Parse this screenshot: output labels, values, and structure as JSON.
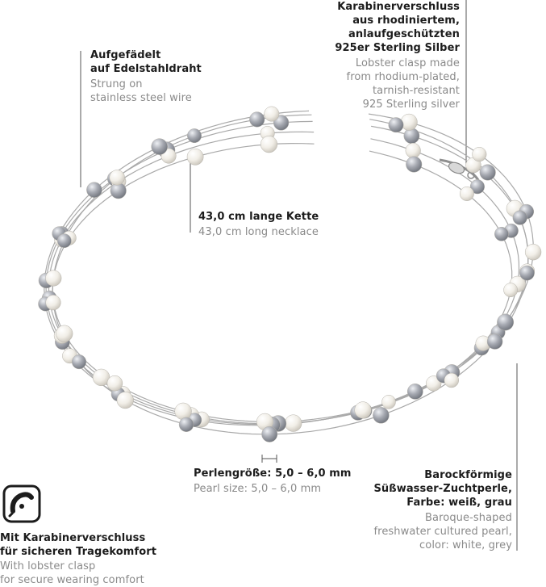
{
  "annotations": {
    "clasp": {
      "de": [
        "Karabinerverschluss",
        "aus rhodiniertem,",
        "anlaufgeschützten",
        "925er Sterling Silber"
      ],
      "en": [
        "Lobster clasp made",
        "from rhodium-plated,",
        "tarnish-resistant",
        "925 Sterling silver"
      ]
    },
    "wire": {
      "de": [
        "Aufgefädelt",
        "auf Edelstahldraht"
      ],
      "en": [
        "Strung on",
        "stainless steel wire"
      ]
    },
    "length": {
      "de": [
        "43,0 cm lange Kette"
      ],
      "en": [
        "43,0 cm long necklace"
      ]
    },
    "size": {
      "de": [
        "Perlengröße: 5,0 – 6,0 mm"
      ],
      "en": [
        "Pearl size: 5,0 – 6,0 mm"
      ]
    },
    "pearl": {
      "de": [
        "Barockförmige",
        "Süßwasser-Zuchtperle,",
        "Farbe: weiß, grau"
      ],
      "en": [
        "Baroque-shaped",
        "freshwater cultured pearl,",
        "color: white, grey"
      ]
    },
    "comfort": {
      "de": [
        "Mit Karabinerverschluss",
        "für sicheren Tragekomfort"
      ],
      "en": [
        "With lobster clasp",
        "for secure wearing comfort"
      ]
    }
  },
  "colors": {
    "text_primary": "#1c1c1c",
    "text_secondary": "#8a8a8a",
    "wire": "#a9a9a9",
    "pearl_white": "#f4f1ea",
    "pearl_grey": "#a7a9b0"
  },
  "icons": {
    "badge": "lobster-clasp-icon"
  }
}
